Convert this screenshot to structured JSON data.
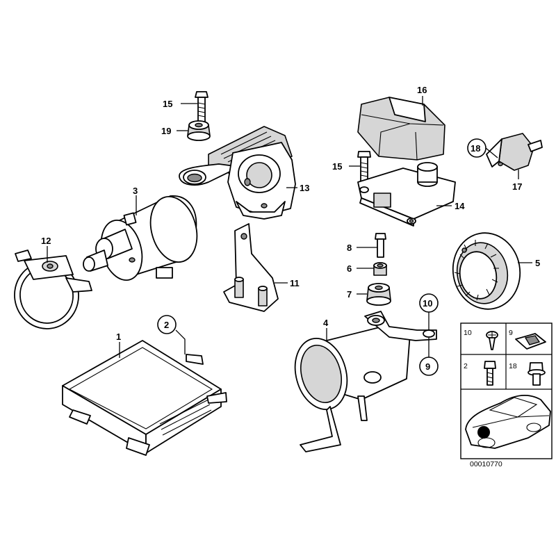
{
  "callouts": {
    "c1": "1",
    "c2": "2",
    "c3": "3",
    "c4": "4",
    "c5": "5",
    "c6": "6",
    "c7": "7",
    "c8": "8",
    "c9": "9",
    "c10": "10",
    "c11": "11",
    "c12": "12",
    "c13": "13",
    "c14": "14",
    "c15a": "15",
    "c15b": "15",
    "c16": "16",
    "c17": "17",
    "c18": "18",
    "c19": "19"
  },
  "legend": {
    "i10": "10",
    "i9": "9",
    "i2": "2",
    "i18": "18"
  },
  "diagram_id": "00010770"
}
